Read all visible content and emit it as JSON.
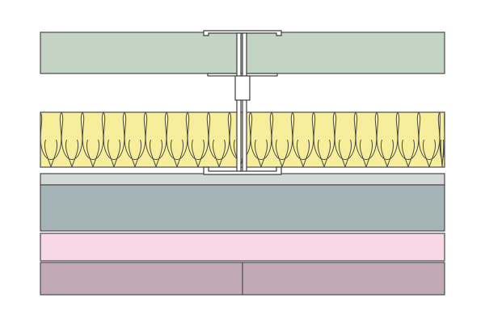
{
  "colors": {
    "background": "#ffffff",
    "stroke": "#4a4a4a",
    "top_board": "#c3d4c5",
    "insulation": "#f6ee9a",
    "insulation_lines": "#4a4a4a",
    "gap_board": "#d3d7d8",
    "thick_board": "#a5b4b7",
    "pink_board": "#f8d8e7",
    "bottom_board": "#c1a9b6",
    "steel_fill": "#ffffff",
    "steel_stroke": "#3d3d3d"
  },
  "layers": [
    {
      "name": "board-layer-top"
    },
    {
      "name": "insulation-layer"
    },
    {
      "name": "thin-board-layer"
    },
    {
      "name": "thick-board-layer"
    },
    {
      "name": "pink-board-layer"
    },
    {
      "name": "bottom-board-layer"
    }
  ],
  "icons": {
    "stud": "steel-i-stud-icon"
  }
}
